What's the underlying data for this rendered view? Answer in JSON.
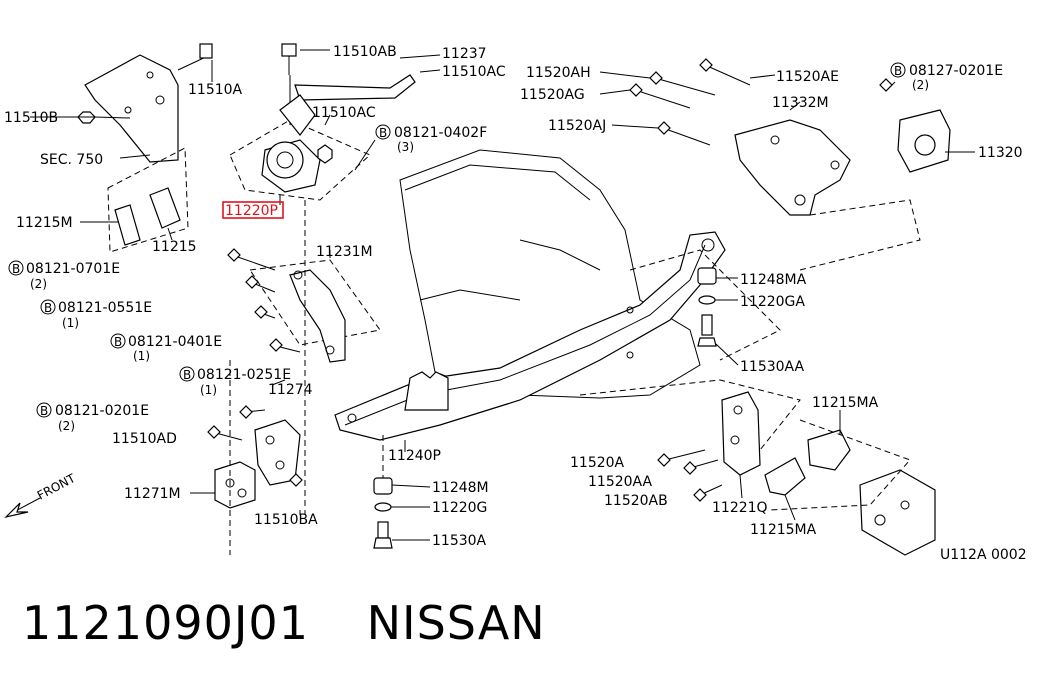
{
  "diagram": {
    "labels": {
      "p11510AB": "11510AB",
      "p11237": "11237",
      "p11510AC_top": "11510AC",
      "p11510A": "11510A",
      "p11510B": "11510B",
      "sec750": "SEC. 750",
      "p11510AC_mid": "11510AC",
      "b08121_0402F": "08121-0402F",
      "q3": "(3)",
      "p11220P": "11220P",
      "p11215M": "11215M",
      "p11215": "11215",
      "b08121_0701E": "08121-0701E",
      "q2a": "(2)",
      "p11231M": "11231M",
      "b08121_0551E": "08121-0551E",
      "q1a": "(1)",
      "b08121_0401E": "08121-0401E",
      "q1b": "(1)",
      "b08121_0251E": "08121-0251E",
      "q1c": "(1)",
      "p11274": "11274",
      "b08121_0201E": "08121-0201E",
      "q2b": "(2)",
      "p11510AD": "11510AD",
      "p11271M": "11271M",
      "p11510BA": "11510BA",
      "front": "FRONT",
      "p11520AH": "11520AH",
      "p11520AG": "11520AG",
      "p11520AJ": "11520AJ",
      "p11520AE": "11520AE",
      "p11332M": "11332M",
      "b08127_0201E": "08127-0201E",
      "q2c": "(2)",
      "p11320": "11320",
      "p11248MA": "11248MA",
      "p11220GA": "11220GA",
      "p11530AA": "11530AA",
      "p11240P": "11240P",
      "p11248M": "11248M",
      "p11220G": "11220G",
      "p11530A": "11530A",
      "p11215MA_top": "11215MA",
      "p11520A": "11520A",
      "p11520AA": "11520AA",
      "p11520AB": "11520AB",
      "p11221Q": "11221Q",
      "p11215MA_bot": "11215MA",
      "figure_code": "U112A 0002"
    },
    "bolt_marker": "B"
  },
  "caption": {
    "part_number": "1121090J01",
    "brand": "NISSAN"
  },
  "colors": {
    "highlight": "#e0141e",
    "ink": "#000000"
  }
}
